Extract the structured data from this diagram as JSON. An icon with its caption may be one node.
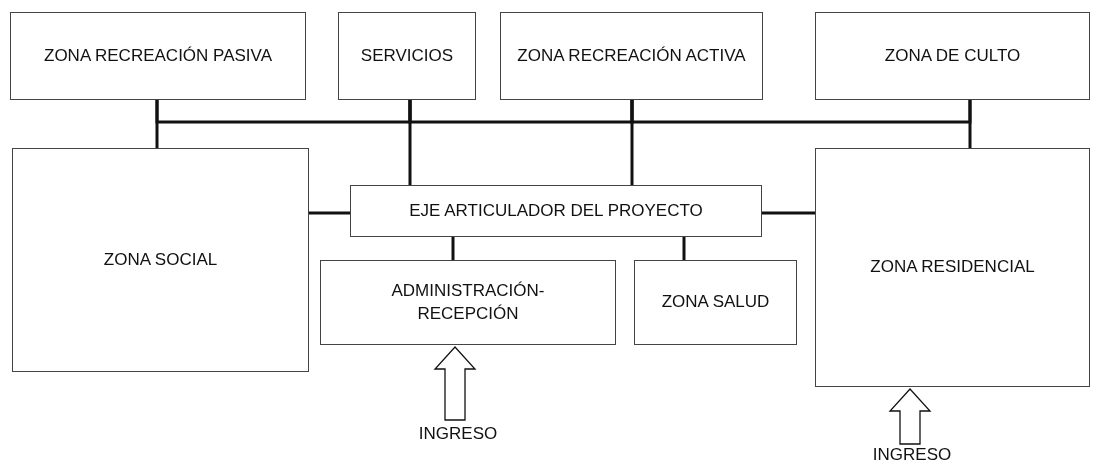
{
  "diagram": {
    "nodes": [
      {
        "text": [
          "ZONA RECREACIÓN PASIVA"
        ]
      },
      {
        "text": [
          "SERVICIOS"
        ]
      },
      {
        "text": [
          "ZONA RECREACIÓN ACTIVA"
        ]
      },
      {
        "text": [
          "ZONA DE CULTO"
        ]
      },
      {
        "text": [
          "ZONA SOCIAL"
        ]
      },
      {
        "text": [
          "EJE ARTICULADOR DEL PROYECTO"
        ]
      },
      {
        "text": [
          "ADMINISTRACIÓN- RECEPCIÓN"
        ]
      },
      {
        "text": [
          "ZONA SALUD"
        ]
      },
      {
        "text": [
          "ZONA RESIDENCIAL"
        ]
      },
      {
        "text": [
          "INGRESO"
        ]
      },
      {
        "text": [
          "INGRESO"
        ]
      }
    ],
    "edges": [
      {
        "from": 0,
        "to": 4,
        "arrow": "none"
      },
      {
        "from": 1,
        "to": 5,
        "arrow": "none"
      },
      {
        "from": 2,
        "to": 5,
        "arrow": "none"
      },
      {
        "from": 3,
        "to": 8,
        "arrow": "none"
      },
      {
        "from": 0,
        "to": 1,
        "arrow": "none"
      },
      {
        "from": 1,
        "to": 2,
        "arrow": "none"
      },
      {
        "from": 2,
        "to": 3,
        "arrow": "none"
      },
      {
        "from": 4,
        "to": 5,
        "arrow": "none"
      },
      {
        "from": 5,
        "to": 8,
        "arrow": "none"
      },
      {
        "from": 5,
        "to": 6,
        "arrow": "none"
      },
      {
        "from": 5,
        "to": 7,
        "arrow": "none"
      },
      {
        "from": 9,
        "to": 6,
        "arrow": "to"
      },
      {
        "from": 10,
        "to": 8,
        "arrow": "to"
      }
    ]
  }
}
